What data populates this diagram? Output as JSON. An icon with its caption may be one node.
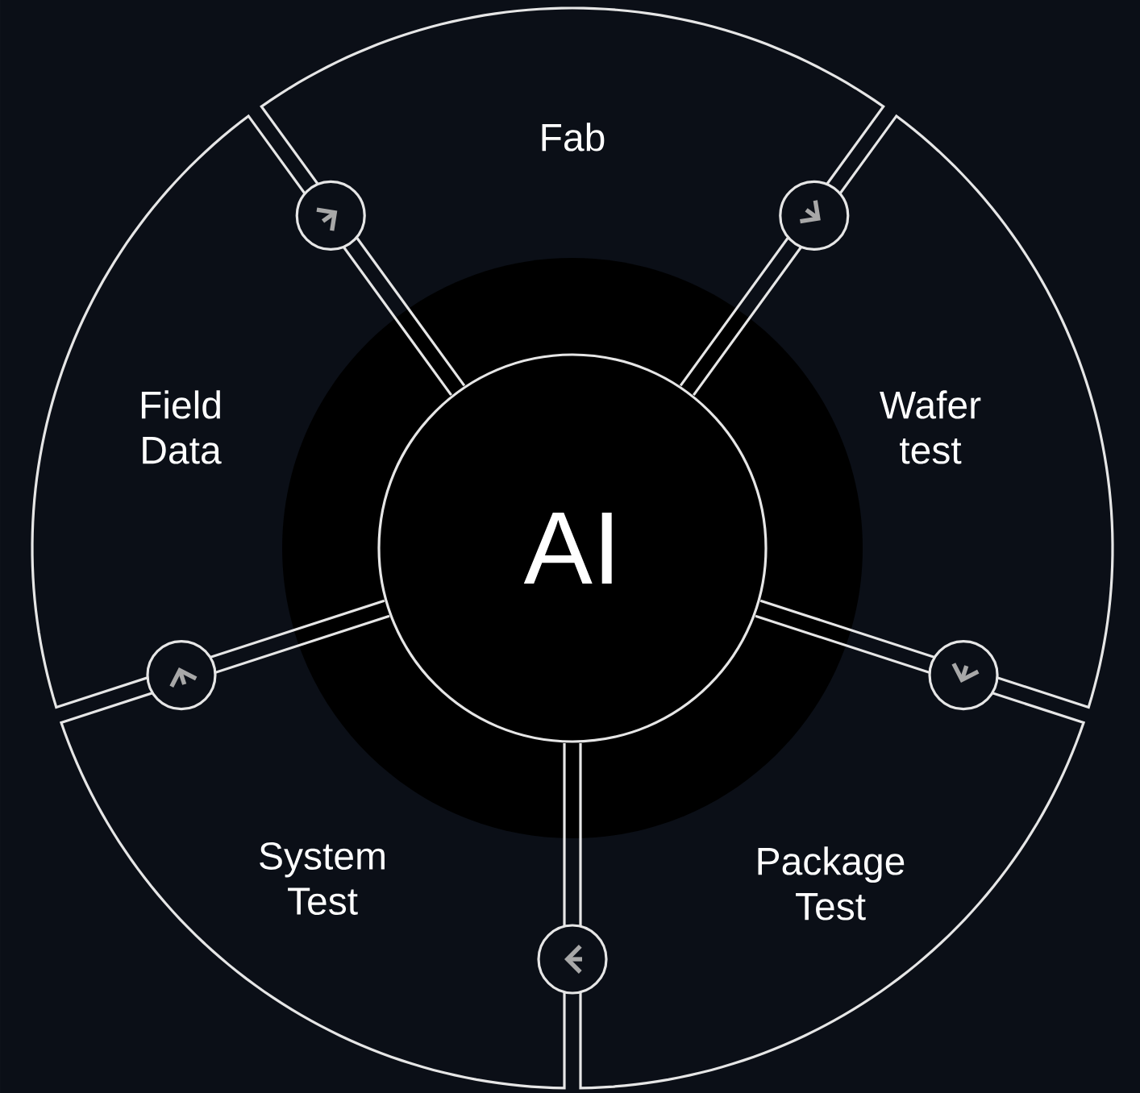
{
  "diagram": {
    "nodes": [
      {
        "text": [
          "AI"
        ]
      },
      {
        "text": [
          "Fab"
        ]
      },
      {
        "text": [
          "Wafer test"
        ]
      },
      {
        "text": [
          "Package Test"
        ]
      },
      {
        "text": [
          "System Test"
        ]
      },
      {
        "text": [
          "Field Data"
        ]
      }
    ],
    "edges": [
      {
        "from": 1,
        "to": 2,
        "arrow": "to"
      },
      {
        "from": 2,
        "to": 3,
        "arrow": "to"
      },
      {
        "from": 3,
        "to": 4,
        "arrow": "to"
      },
      {
        "from": 4,
        "to": 5,
        "arrow": "to"
      },
      {
        "from": 5,
        "to": 1,
        "arrow": "to"
      }
    ]
  }
}
